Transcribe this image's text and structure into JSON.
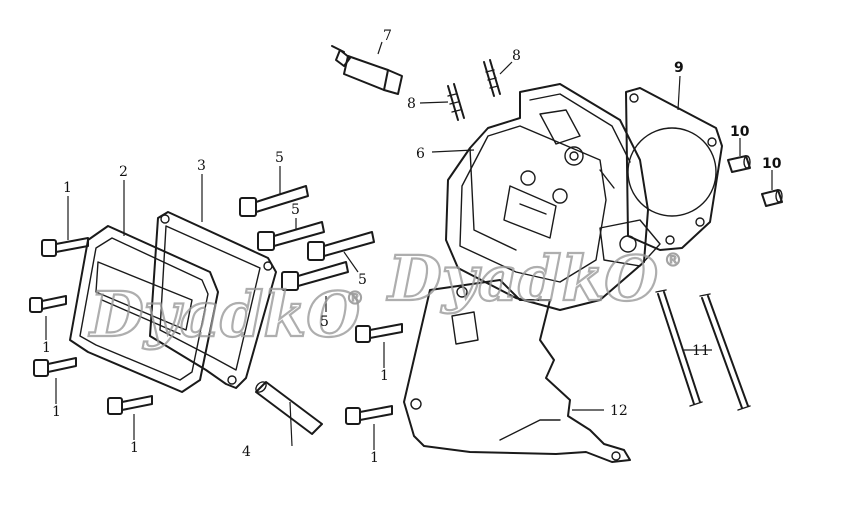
{
  "watermark": {
    "text": "DyadkO",
    "reg": "®"
  },
  "callouts": {
    "c1a": "1",
    "c1b": "1",
    "c1c": "1",
    "c1d": "1",
    "c1e": "1",
    "c1f": "1",
    "c2": "2",
    "c3": "3",
    "c4": "4",
    "c5a": "5",
    "c5b": "5",
    "c5c": "5",
    "c5d": "5",
    "c6": "6",
    "c7": "7",
    "c8a": "8",
    "c8b": "8",
    "c9": "9",
    "c10a": "10",
    "c10b": "10",
    "c11": "11",
    "c12": "12"
  }
}
